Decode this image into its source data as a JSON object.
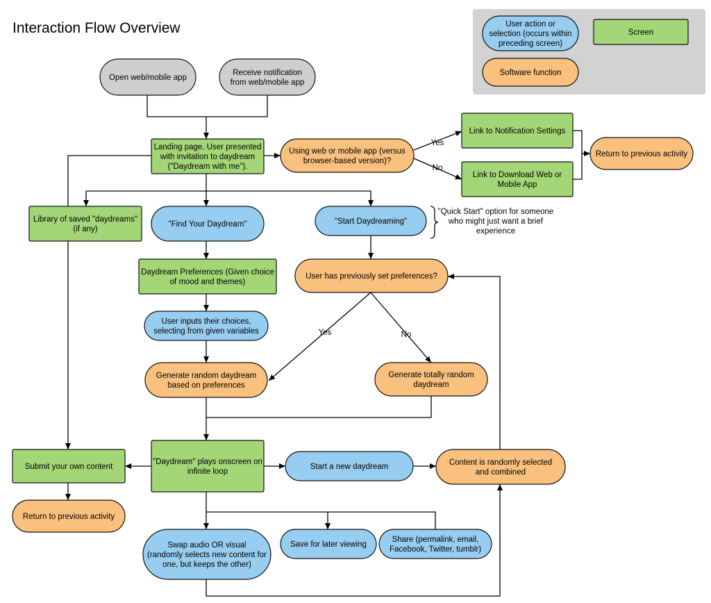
{
  "title": "Interaction Flow Overview",
  "colors": {
    "user_action": "#97cdf0",
    "screen": "#a3d676",
    "software_function": "#f9c07e",
    "entry_point": "#cfcfcf",
    "legend_background": "#d2d2d2"
  },
  "legend": [
    {
      "kind": "user_action",
      "lines": [
        "User action or",
        "selection (occurs within",
        "preceding screen)"
      ]
    },
    {
      "kind": "screen",
      "lines": [
        "Screen"
      ]
    },
    {
      "kind": "software_function",
      "lines": [
        "Software function"
      ]
    }
  ],
  "nodes": {
    "open_app": {
      "kind": "entry_point",
      "lines": [
        "Open web/mobile app"
      ]
    },
    "receive_notification": {
      "kind": "entry_point",
      "lines": [
        "Receive notification",
        "from web/mobile app"
      ]
    },
    "landing_page": {
      "kind": "screen",
      "lines": [
        "Landing page. User presented",
        "with invitation to daydream",
        "(\"Daydream with me\")."
      ]
    },
    "using_app_check": {
      "kind": "software_function",
      "lines": [
        "Using web or mobile app (versus",
        "browser-based version)?"
      ]
    },
    "link_notification_settings": {
      "kind": "screen",
      "lines": [
        "Link to Notification Settings"
      ]
    },
    "link_download_app": {
      "kind": "screen",
      "lines": [
        "Link to Download Web or",
        "Mobile App"
      ]
    },
    "return_previous_top": {
      "kind": "software_function",
      "lines": [
        "Return to previous activity"
      ]
    },
    "library_saved": {
      "kind": "screen",
      "lines": [
        "Library of saved \"daydreams\"",
        "(if any)"
      ]
    },
    "find_your_daydream": {
      "kind": "user_action",
      "lines": [
        "\"Find Your Daydream\""
      ]
    },
    "start_daydreaming": {
      "kind": "user_action",
      "lines": [
        "\"Start Daydreaming\""
      ]
    },
    "daydream_preferences": {
      "kind": "screen",
      "lines": [
        "Daydream Preferences  (Given choice",
        "of mood and themes)"
      ]
    },
    "previously_set_preferences": {
      "kind": "software_function",
      "lines": [
        "User has previously set preferences?"
      ]
    },
    "user_inputs_choices": {
      "kind": "user_action",
      "lines": [
        "User inputs their choices,",
        "selecting from given variables"
      ]
    },
    "generate_from_preferences": {
      "kind": "software_function",
      "lines": [
        "Generate random daydream",
        "based on preferences"
      ]
    },
    "generate_totally_random": {
      "kind": "software_function",
      "lines": [
        "Generate totally random",
        "daydream"
      ]
    },
    "daydream_plays": {
      "kind": "screen",
      "lines": [
        "\"Daydream\" plays onscreen on",
        "infinite loop"
      ]
    },
    "submit_own_content": {
      "kind": "screen",
      "lines": [
        "Submit your own content"
      ]
    },
    "start_new_daydream": {
      "kind": "user_action",
      "lines": [
        "Start a new daydream"
      ]
    },
    "content_randomly_selected": {
      "kind": "software_function",
      "lines": [
        "Content is randomly selected",
        "and combined"
      ]
    },
    "return_previous_bottom": {
      "kind": "software_function",
      "lines": [
        "Return to previous activity"
      ]
    },
    "swap_audio_visual": {
      "kind": "user_action",
      "lines": [
        "Swap audio OR visual",
        "(randomly selects new content for",
        "one, but keeps the other)"
      ]
    },
    "save_later": {
      "kind": "user_action",
      "lines": [
        "Save for later viewing"
      ]
    },
    "share": {
      "kind": "user_action",
      "lines": [
        "Share (permalink, email,",
        "Facebook, Twitter, tumblr)"
      ]
    }
  },
  "annotations": {
    "quick_start": [
      "\"Quick Start\" option for someone",
      "who might just want a brief",
      "experience"
    ]
  },
  "edge_labels": {
    "yes_top": "Yes",
    "no_top": "No",
    "yes_mid": "Yes",
    "no_mid": "No"
  }
}
